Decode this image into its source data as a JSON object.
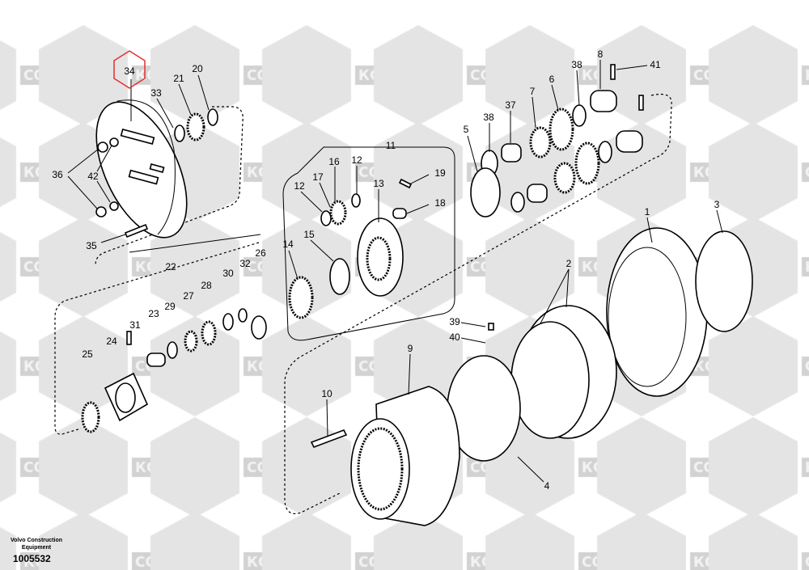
{
  "watermark_words": [
    "COMPART",
    "КОМПАРТ"
  ],
  "highlighted_callout": "34",
  "highlight_color": "#e03030",
  "callouts": {
    "c1": "1",
    "c2": "2",
    "c3": "3",
    "c4": "4",
    "c5": "5",
    "c6": "6",
    "c7": "7",
    "c8": "8",
    "c9": "9",
    "c10": "10",
    "c11": "11",
    "c12": "12",
    "c13": "13",
    "c14": "14",
    "c15": "15",
    "c16": "16",
    "c17": "17",
    "c18": "18",
    "c19": "19",
    "c20": "20",
    "c21": "21",
    "c22": "22",
    "c23": "23",
    "c24": "24",
    "c25": "25",
    "c26": "26",
    "c27": "27",
    "c28": "28",
    "c29": "29",
    "c30": "30",
    "c31": "31",
    "c32": "32",
    "c33": "33",
    "c34": "34",
    "c35": "35",
    "c36": "36",
    "c37": "37",
    "c38": "38",
    "c39": "39",
    "c40": "40",
    "c41": "41",
    "c42": "42"
  },
  "footer": {
    "publisher": "Volvo Construction Equipment",
    "document_number": "1005532"
  }
}
